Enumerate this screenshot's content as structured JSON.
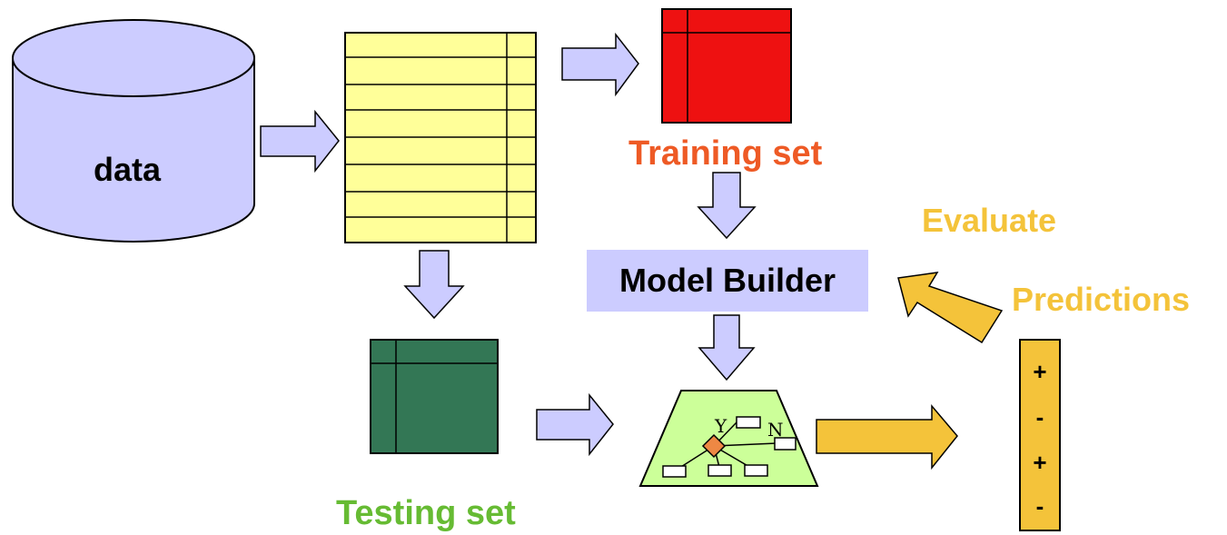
{
  "labels": {
    "data": "data",
    "training_set": "Training set",
    "testing_set": "Testing set",
    "model_builder": "Model Builder",
    "evaluate": "Evaluate",
    "predictions": "Predictions"
  },
  "tree": {
    "yes_label": "Y",
    "no_label": "N"
  },
  "predictions": [
    "+",
    "-",
    "+",
    "-"
  ],
  "colors": {
    "database": "#ccccff",
    "table": "#ffff99",
    "training_set": "#ee1111",
    "testing_set": "#337755",
    "model_builder_bg": "#ccccff",
    "tree_bg": "#ccff99",
    "tree_node": "#ee8844",
    "arrow_lilac": "#ccccff",
    "arrow_gold": "#f4c33a",
    "predictions_bar": "#f4c33a"
  }
}
